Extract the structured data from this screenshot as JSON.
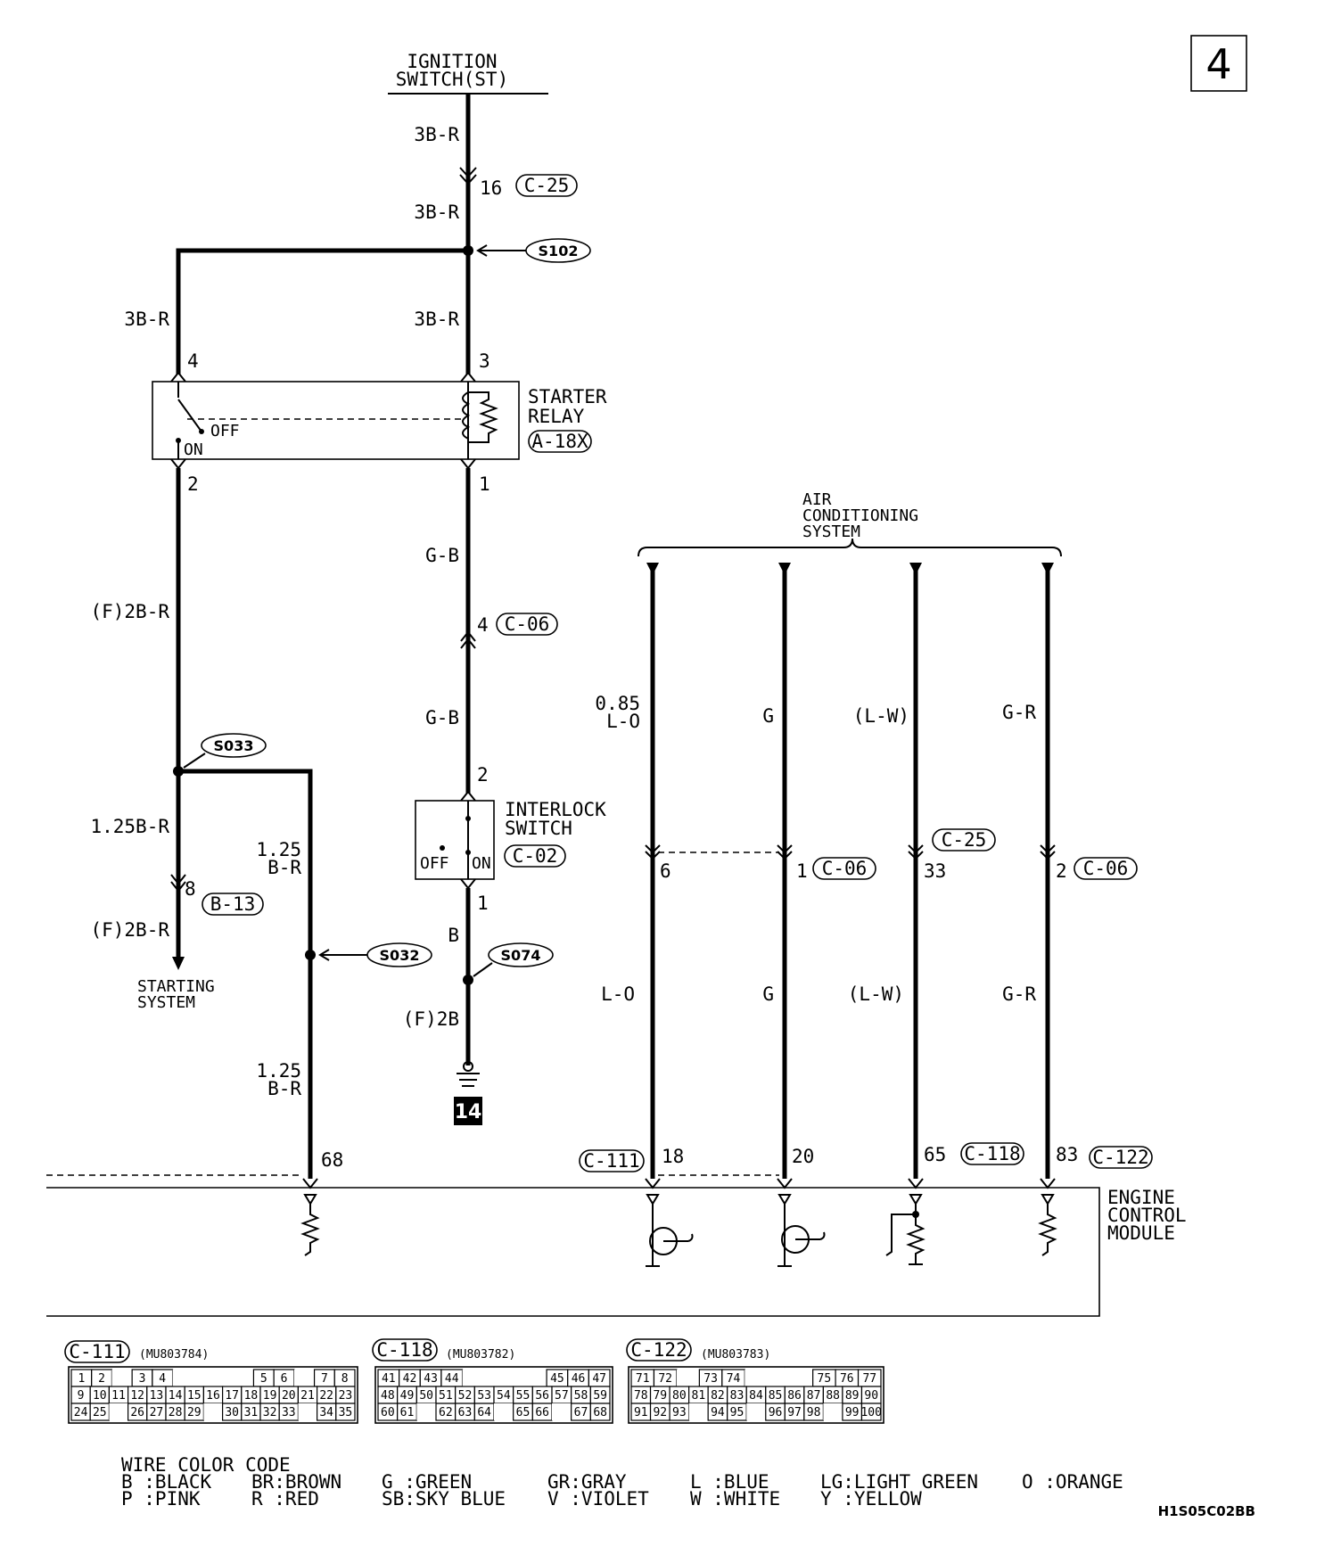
{
  "page": {
    "number": "4",
    "code": "H1S05C02BB"
  },
  "ignition": {
    "line1": "IGNITION",
    "line2": "SWITCH(ST)"
  },
  "wires": {
    "ign_top": "3B-R",
    "ign_pin": "16",
    "c25": "C-25",
    "ign_mid": "3B-R",
    "s102": "S102",
    "relay_left": "3B-R",
    "relay_right": "3B-R",
    "relay_pin4": "4",
    "relay_pin3": "3",
    "relay_pin2": "2",
    "relay_pin1": "1",
    "relay_off": "OFF",
    "relay_on": "ON",
    "left_mid": "(F)2B-R",
    "s033": "S033",
    "left_low": "1.25B-R",
    "pin8": "8",
    "b13": "B-13",
    "left_end": "(F)2B-R",
    "starting_line1": "STARTING",
    "starting_line2": "SYSTEM",
    "branch_a_1": "1.25",
    "branch_a_2": "B-R",
    "s032": "S032",
    "branch_b_1": "1.25",
    "branch_b_2": "B-R",
    "pin68": "68",
    "gb_top": "G-B",
    "pin4b": "4",
    "c06": "C-06",
    "gb_low": "G-B",
    "pin2b": "2",
    "interlock_line1": "INTERLOCK",
    "interlock_line2": "SWITCH",
    "inter_off": "OFF",
    "inter_on": "ON",
    "c02": "C-02",
    "pin1b": "1",
    "b_wire": "B",
    "s074": "S074",
    "f2b": "(F)2B",
    "ground": "14"
  },
  "starter_relay": {
    "line1": "STARTER",
    "line2": "RELAY",
    "conn": "A-18X"
  },
  "ac": {
    "line1": "AIR",
    "line2": "CONDITIONING",
    "line3": "SYSTEM"
  },
  "ac_wires": {
    "w1_top_a": "0.85",
    "w1_top_b": "L-O",
    "w1_pin": "6",
    "w1_low": "L-O",
    "w2_top": "G",
    "w2_pin": "1",
    "w2_conn": "C-06",
    "w2_low": "G",
    "w3_top": "(L-W)",
    "w3_conn": "C-25",
    "w3_pin": "33",
    "w3_low": "(L-W)",
    "w4_top": "G-R",
    "w4_pin": "2",
    "w4_conn": "C-06",
    "w4_low": "G-R"
  },
  "ecm": {
    "line1": "ENGINE",
    "line2": "CONTROL",
    "line3": "MODULE",
    "c111": "C-111",
    "pin18": "18",
    "pin20": "20",
    "pin65": "65",
    "c118": "C-118",
    "pin83": "83",
    "c122": "C-122"
  },
  "connectors": [
    {
      "name": "C-111",
      "part": "(MU803784)",
      "rows": [
        [
          "1",
          "2",
          "",
          "3",
          "4",
          "",
          "",
          "",
          "",
          "5",
          "6",
          "",
          "7",
          "8"
        ],
        [
          "9",
          "10",
          "11",
          "12",
          "13",
          "14",
          "15",
          "16",
          "17",
          "18",
          "19",
          "20",
          "21",
          "22",
          "23"
        ],
        [
          "24",
          "25",
          "",
          "26",
          "27",
          "28",
          "29",
          "",
          "30",
          "31",
          "32",
          "33",
          "",
          "34",
          "35"
        ]
      ]
    },
    {
      "name": "C-118",
      "part": "(MU803782)",
      "rows": [
        [
          "41",
          "42",
          "43",
          "44",
          "",
          "",
          "",
          "",
          "45",
          "46",
          "47"
        ],
        [
          "48",
          "49",
          "50",
          "51",
          "52",
          "53",
          "54",
          "55",
          "56",
          "57",
          "58",
          "59"
        ],
        [
          "60",
          "61",
          "",
          "62",
          "63",
          "64",
          "",
          "65",
          "66",
          "",
          "67",
          "68"
        ]
      ]
    },
    {
      "name": "C-122",
      "part": "(MU803783)",
      "rows": [
        [
          "71",
          "72",
          "",
          "73",
          "74",
          "",
          "",
          "",
          "75",
          "76",
          "77"
        ],
        [
          "78",
          "79",
          "80",
          "81",
          "82",
          "83",
          "84",
          "85",
          "86",
          "87",
          "88",
          "89",
          "90"
        ],
        [
          "91",
          "92",
          "93",
          "",
          "94",
          "95",
          "",
          "96",
          "97",
          "98",
          "",
          "99",
          "100"
        ]
      ]
    }
  ],
  "legend": {
    "title": "WIRE COLOR CODE",
    "row1": [
      "B :BLACK",
      "BR:BROWN",
      "G :GREEN",
      "GR:GRAY",
      "L :BLUE",
      "LG:LIGHT GREEN",
      "O :ORANGE"
    ],
    "row2": [
      "P :PINK",
      "R :RED",
      "SB:SKY BLUE",
      "V :VIOLET",
      "W :WHITE",
      "Y :YELLOW"
    ]
  }
}
